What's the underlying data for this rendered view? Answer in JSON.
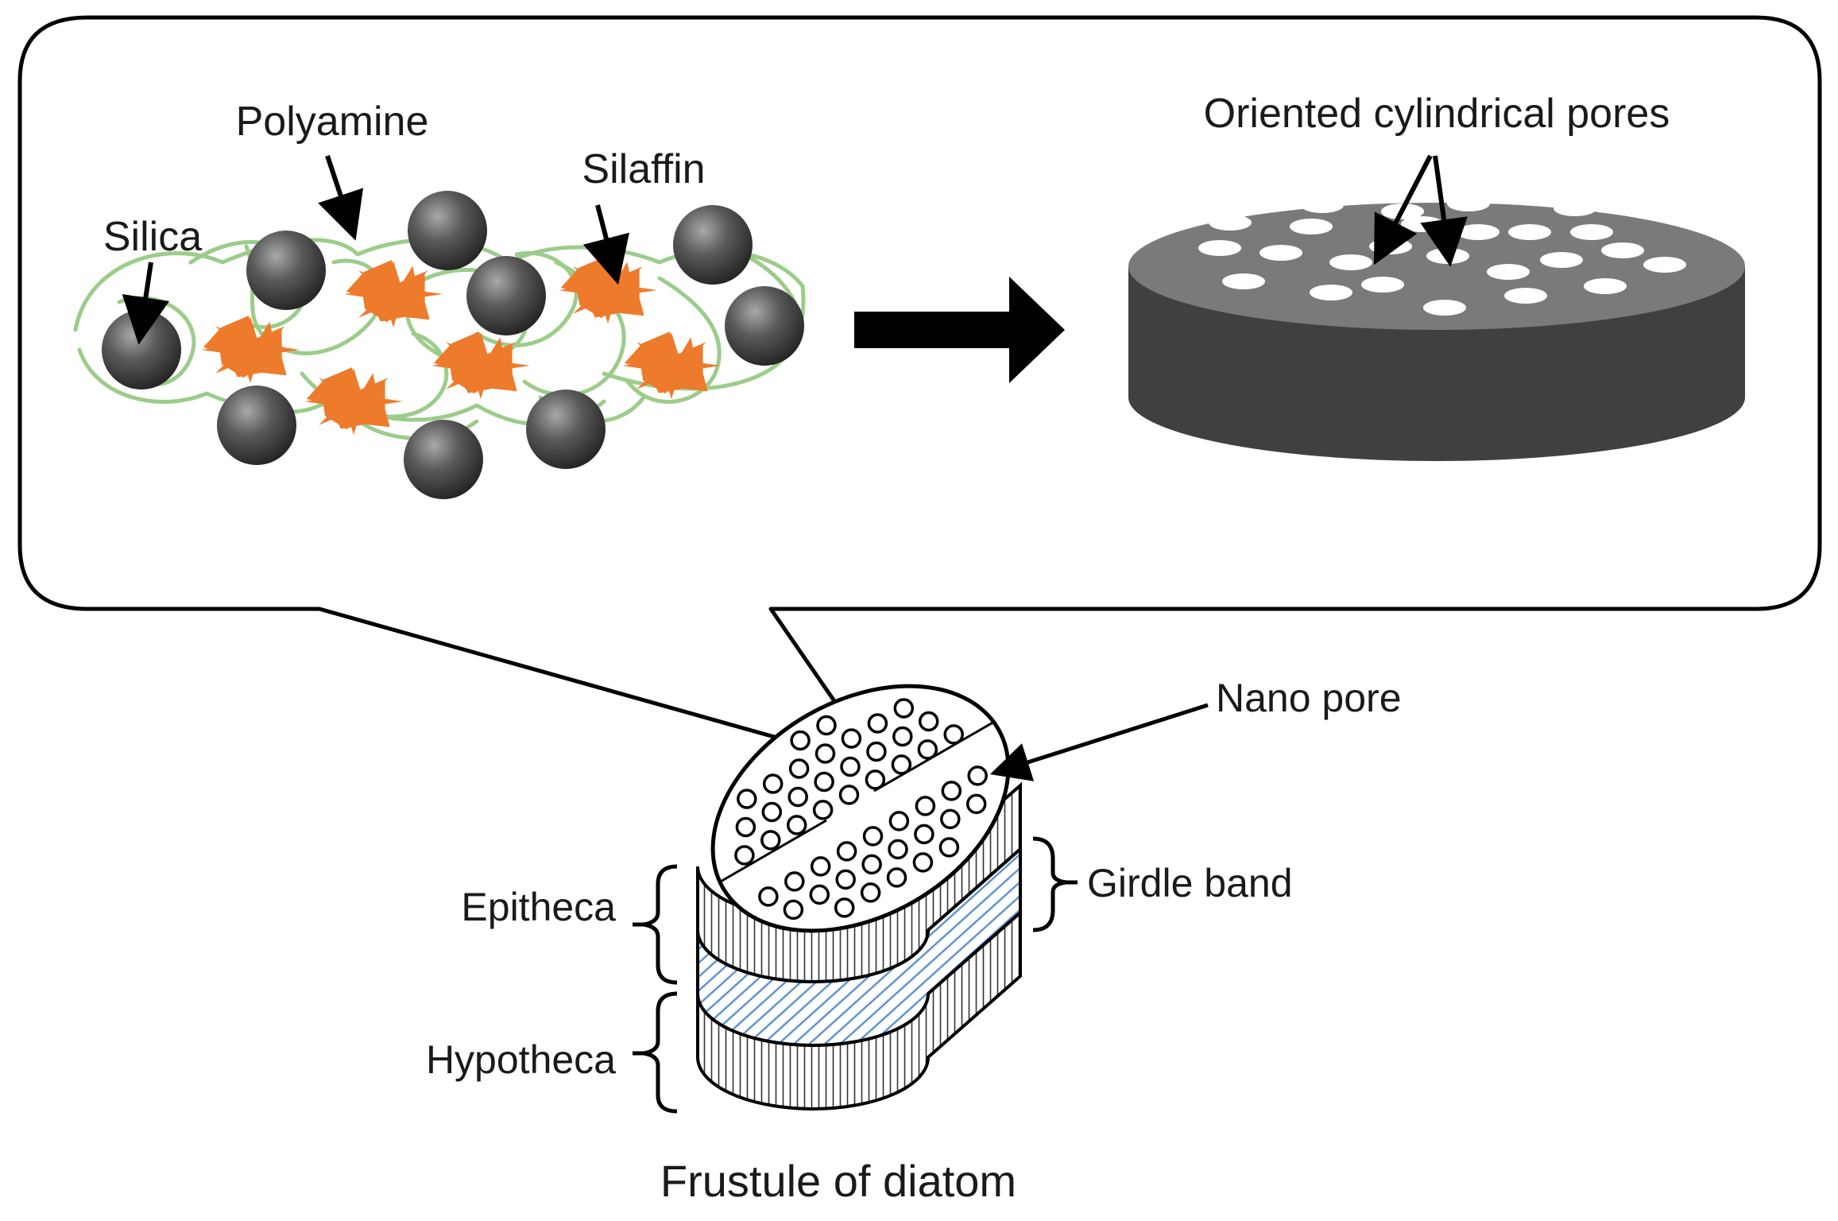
{
  "labels": {
    "silica": "Silica",
    "polyamine": "Polyamine",
    "silaffin": "Silaffin",
    "oriented_pores": "Oriented cylindrical pores",
    "nano_pore": "Nano pore",
    "girdle_band": "Girdle band",
    "epitheca": "Epitheca",
    "hypotheca": "Hypotheca",
    "caption": "Frustule of diatom"
  },
  "colors": {
    "silaffin": "#ee7a2b",
    "polyamine": "#9ccc8a",
    "silica": "#555555",
    "disc_side": "#404040",
    "disc_top": "#7a7a7a",
    "girdle_hatch": "#5b8fd0"
  },
  "icons": {
    "process_arrow": "right-arrow-icon"
  }
}
